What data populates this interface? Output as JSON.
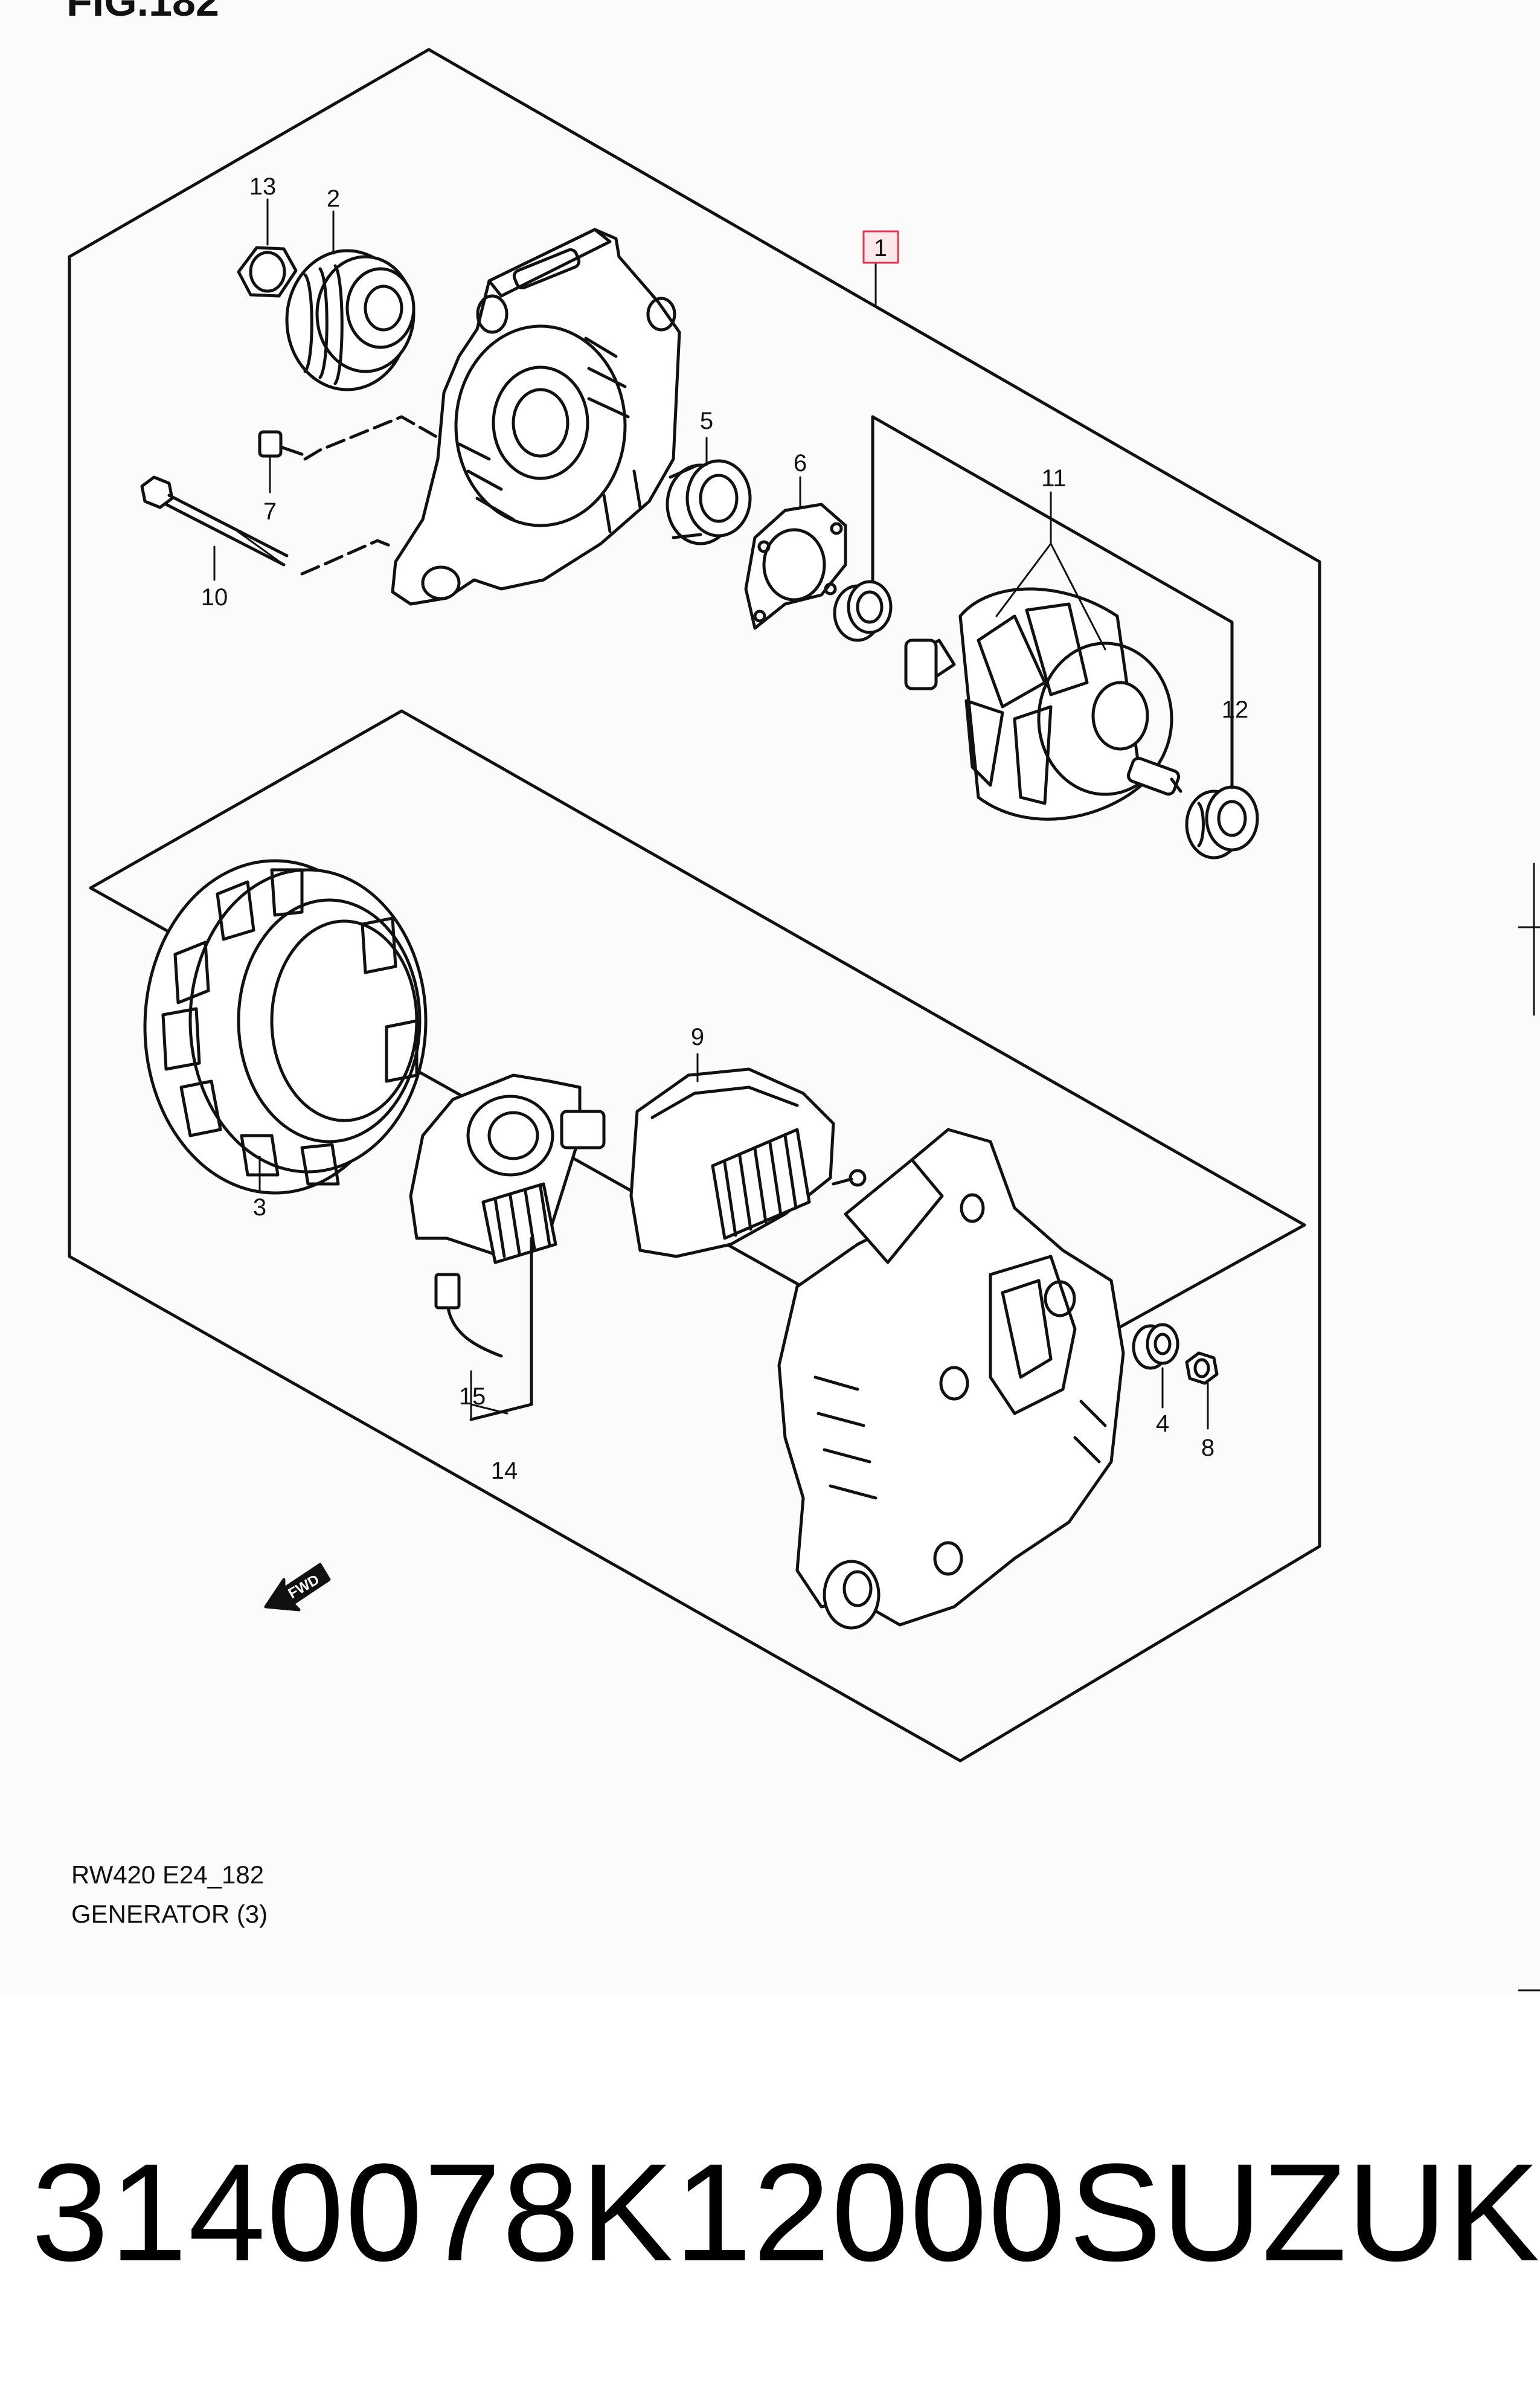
{
  "figure": {
    "title": "FIG.182",
    "code": "RW420 E24_182",
    "name": "GENERATOR (3)"
  },
  "callouts": {
    "c1": "1",
    "c2": "2",
    "c3": "3",
    "c4": "4",
    "c5": "5",
    "c6": "6",
    "c7": "7",
    "c8": "8",
    "c9": "9",
    "c10": "10",
    "c11": "11",
    "c12": "12",
    "c13": "13",
    "c14": "14",
    "c15": "15"
  },
  "fwd_label": "FWD",
  "footer": {
    "part_number": "3140078K12000",
    "brand": "SUZUKI"
  },
  "colors": {
    "highlight_box": "#e6334f",
    "line": "#111111",
    "panel_background": "#fbfbfb"
  }
}
